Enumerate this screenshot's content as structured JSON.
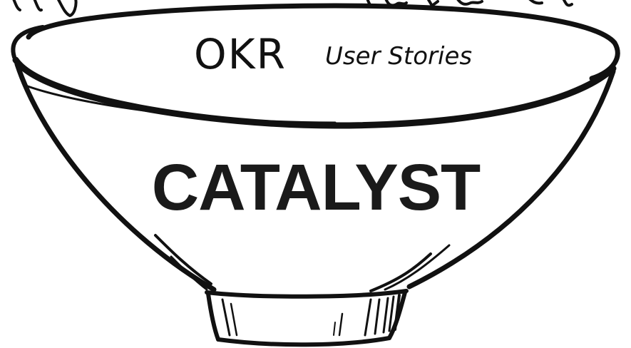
{
  "sketch": {
    "rim_labels": {
      "okr": "OKR",
      "user_stories": "User Stories"
    },
    "main_label": "CATALYST",
    "ink_color": "#111111"
  }
}
